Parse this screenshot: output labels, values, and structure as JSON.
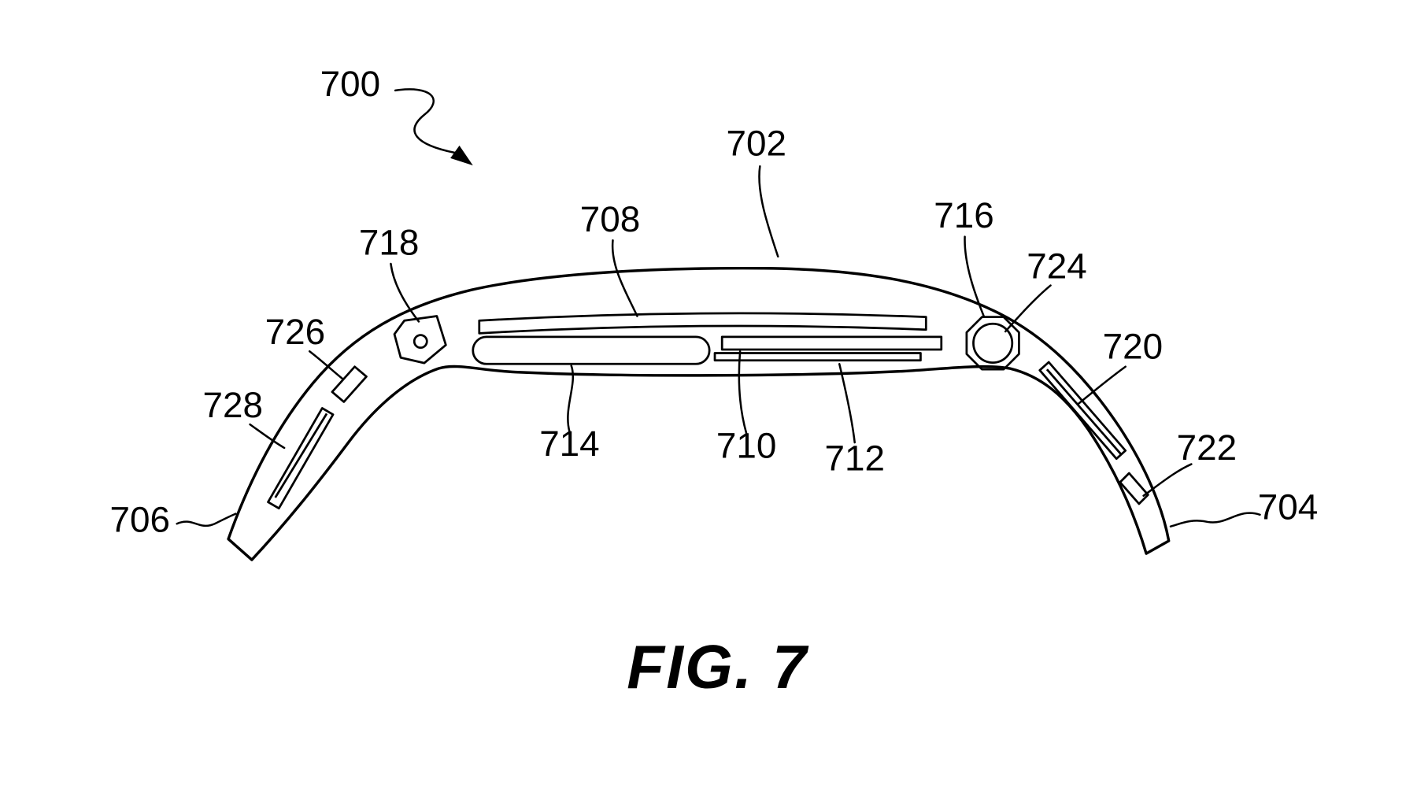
{
  "figure": {
    "caption": "FIG. 7"
  },
  "labels": {
    "700": "700",
    "702": "702",
    "704": "704",
    "706": "706",
    "708": "708",
    "710": "710",
    "712": "712",
    "714": "714",
    "716": "716",
    "718": "718",
    "720": "720",
    "722": "722",
    "724": "724",
    "726": "726",
    "728": "728"
  },
  "colors": {
    "ink": "#000000",
    "background": "#ffffff"
  }
}
